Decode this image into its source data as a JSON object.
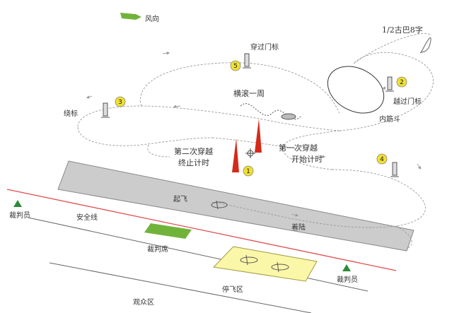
{
  "colors": {
    "runway": "#cccccc",
    "green_pad": "#71b33a",
    "parking": "#fbf7a8",
    "red_line": "#e05050",
    "pylon": "#d42a1a",
    "judge": "#2e8b3a",
    "marker": "#f0e030",
    "path": "#9a9a9a"
  },
  "labels": {
    "wind": "风向",
    "figure8": "1/2古巴8字",
    "gate_pass_5": "穿过门标",
    "gate_pass_2": "越过门标",
    "roll": "横滚一周",
    "inner_loop": "内筋斗",
    "pylon_turn": "绕标",
    "second_pass_1": "第二次穿越",
    "second_pass_2": "终止计时",
    "first_pass_1": "第一次穿越",
    "first_pass_2": "开始计时",
    "takeoff": "起飞",
    "landing": "着陆",
    "safety_line": "安全线",
    "judge_left": "裁判员",
    "judge_right": "裁判员",
    "judge_stand": "裁判席",
    "parking": "停飞区",
    "spectators": "观众区"
  },
  "markers": [
    "5",
    "2",
    "3",
    "4",
    "1"
  ]
}
